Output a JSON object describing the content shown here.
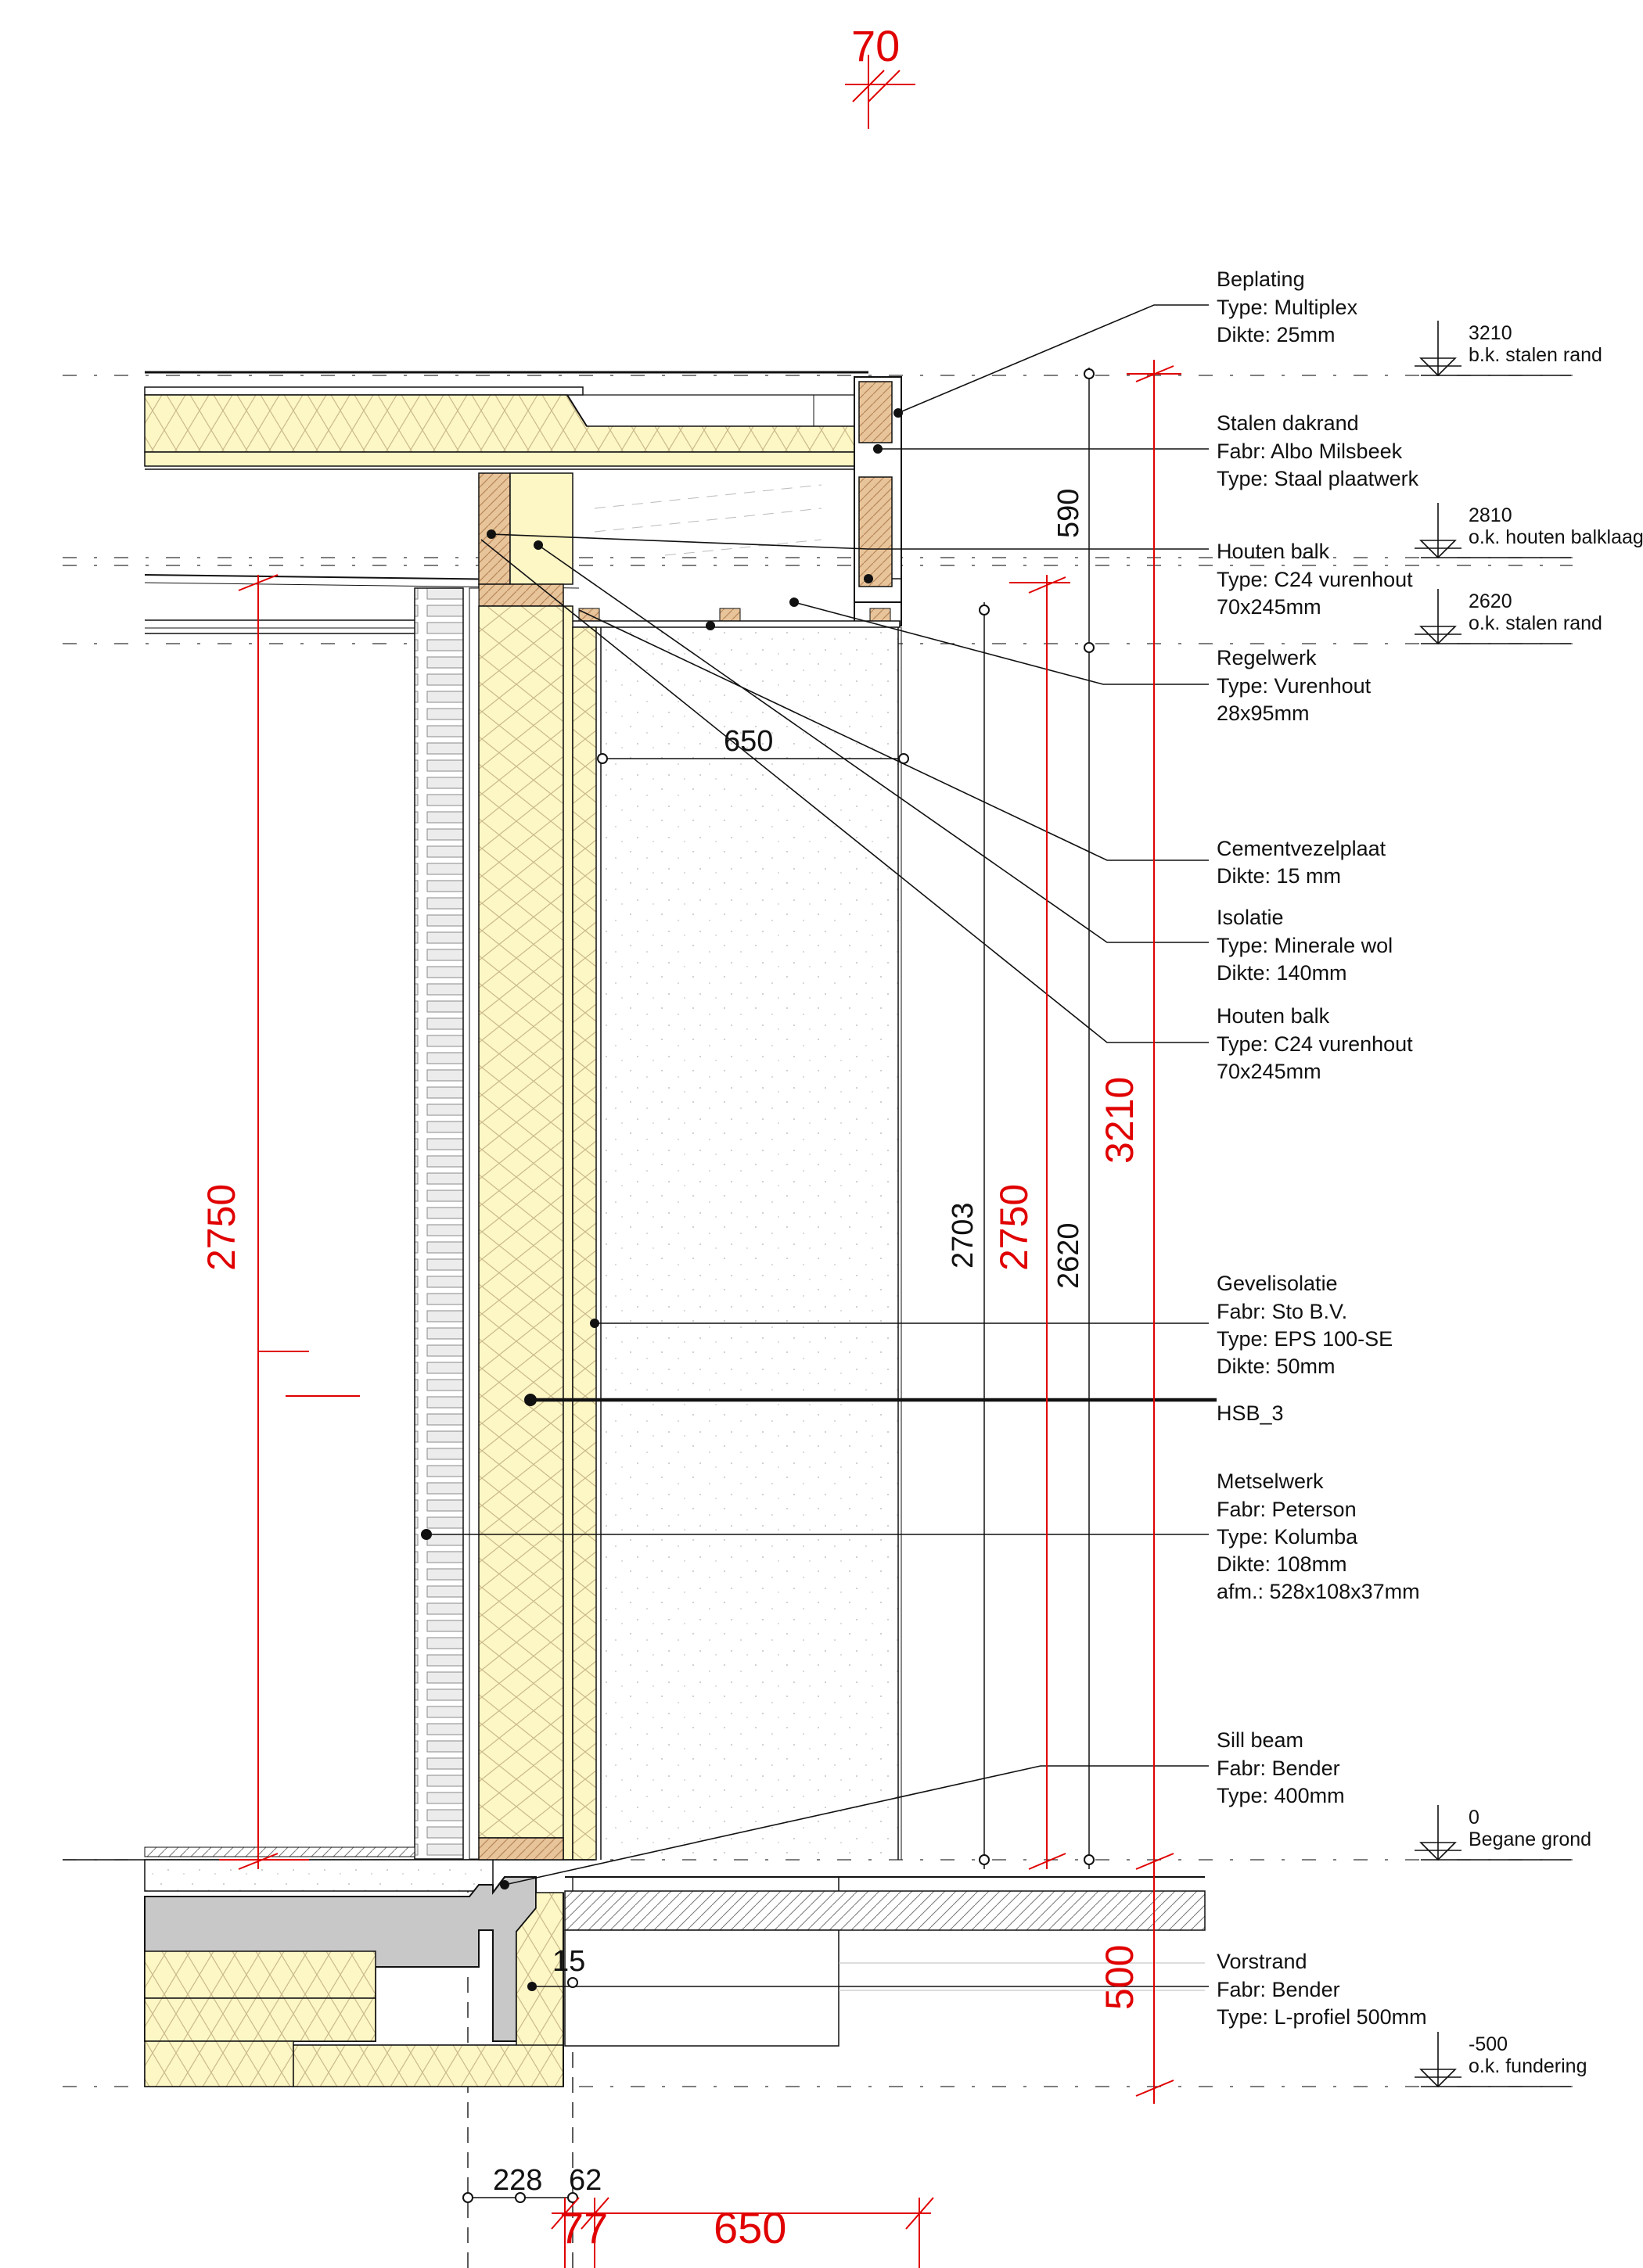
{
  "labels": [
    {
      "id": "beplating",
      "lines": [
        "Beplating",
        "Type: Multiplex",
        "Dikte: 25mm"
      ]
    },
    {
      "id": "stalen-dakrand",
      "lines": [
        "Stalen dakrand",
        "Fabr: Albo Milsbeek",
        "Type: Staal plaatwerk"
      ]
    },
    {
      "id": "houten-balk-top",
      "lines": [
        "Houten balk",
        "Type: C24 vurenhout",
        "70x245mm"
      ]
    },
    {
      "id": "regelwerk",
      "lines": [
        "Regelwerk",
        "Type: Vurenhout",
        "28x95mm"
      ]
    },
    {
      "id": "cementvezelplaat",
      "lines": [
        "Cementvezelplaat",
        "Dikte: 15 mm"
      ]
    },
    {
      "id": "isolatie",
      "lines": [
        "Isolatie",
        "Type: Minerale wol",
        "Dikte: 140mm"
      ]
    },
    {
      "id": "houten-balk-bottom",
      "lines": [
        "Houten balk",
        "Type: C24 vurenhout",
        "70x245mm"
      ]
    },
    {
      "id": "gevelisolatie",
      "lines": [
        "Gevelisolatie",
        "Fabr: Sto B.V.",
        "Type: EPS 100-SE",
        "Dikte: 50mm"
      ]
    },
    {
      "id": "hsb",
      "lines": [
        "HSB_3"
      ]
    },
    {
      "id": "metselwerk",
      "lines": [
        "Metselwerk",
        "Fabr: Peterson",
        "Type: Kolumba",
        "Dikte: 108mm",
        "afm.: 528x108x37mm"
      ]
    },
    {
      "id": "sill-beam",
      "lines": [
        "Sill beam",
        "Fabr: Bender",
        "Type: 400mm"
      ]
    },
    {
      "id": "vorstrand",
      "lines": [
        "Vorstrand",
        "Fabr: Bender",
        "Type: L-profiel 500mm"
      ]
    }
  ],
  "levels": [
    {
      "id": "stalen-rand",
      "value": "3210",
      "desc": "b.k. stalen rand"
    },
    {
      "id": "houten-balklaag",
      "value": "2810",
      "desc": "o.k. houten balklaag"
    },
    {
      "id": "stalen-rand-ok",
      "value": "2620",
      "desc": "o.k. stalen rand"
    },
    {
      "id": "begane-grond",
      "value": "0",
      "desc": "Begane grond"
    },
    {
      "id": "fundering",
      "value": "-500",
      "desc": "o.k. fundering"
    }
  ],
  "dimensions": {
    "top_red": "70",
    "left_red": "2750",
    "mid_red": "2750",
    "right_red": "3210",
    "bottom_right_red": "500",
    "bottom_red_a": "77",
    "bottom_red_b": "650",
    "d590": "590",
    "d650": "650",
    "d2703": "2703",
    "d2620": "2620",
    "d15": "15",
    "d228": "228",
    "d62": "62"
  },
  "colors": {
    "insulation": "#fdf6c5",
    "wood": "#e8c49a",
    "concrete": "#c8c8c8",
    "dimension_red": "#e00000",
    "line": "#111111"
  }
}
